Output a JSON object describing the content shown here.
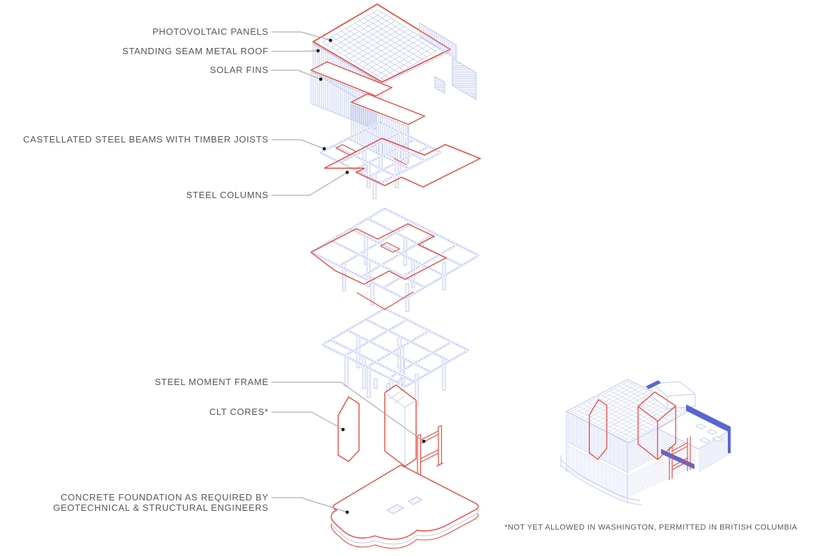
{
  "diagram_title": "exploded structural axonometric",
  "callouts": [
    {
      "id": "photovoltaic-panels",
      "label": "PHOTOVOLTAIC PANELS"
    },
    {
      "id": "standing-seam-metal-roof",
      "label": "STANDING SEAM METAL ROOF"
    },
    {
      "id": "solar-fins",
      "label": "SOLAR FINS"
    },
    {
      "id": "castellated-steel-beams",
      "label": "CASTELLATED STEEL BEAMS WITH TIMBER JOISTS"
    },
    {
      "id": "steel-columns",
      "label": "STEEL COLUMNS"
    },
    {
      "id": "steel-moment-frame",
      "label": "STEEL MOMENT FRAME"
    },
    {
      "id": "clt-cores",
      "label": "CLT CORES*"
    },
    {
      "id": "concrete-foundation",
      "label": "CONCRETE FOUNDATION AS REQUIRED BY GEOTECHNICAL & STRUCTURAL ENGINEERS",
      "line1": "CONCRETE FOUNDATION AS REQUIRED BY",
      "line2": "GEOTECHNICAL & STRUCTURAL ENGINEERS"
    }
  ],
  "footnote": "*NOT YET ALLOWED IN WASHINGTON, PERMITTED IN BRITISH COLUMBIA",
  "colors": {
    "highlight_red": "#e8483b",
    "line_blue": "#b9c3ef",
    "pale_blue": "#e7eafb",
    "accent_blue": "#5868d2",
    "leader_gray": "#9b9b9b",
    "text_gray": "#55565a"
  }
}
